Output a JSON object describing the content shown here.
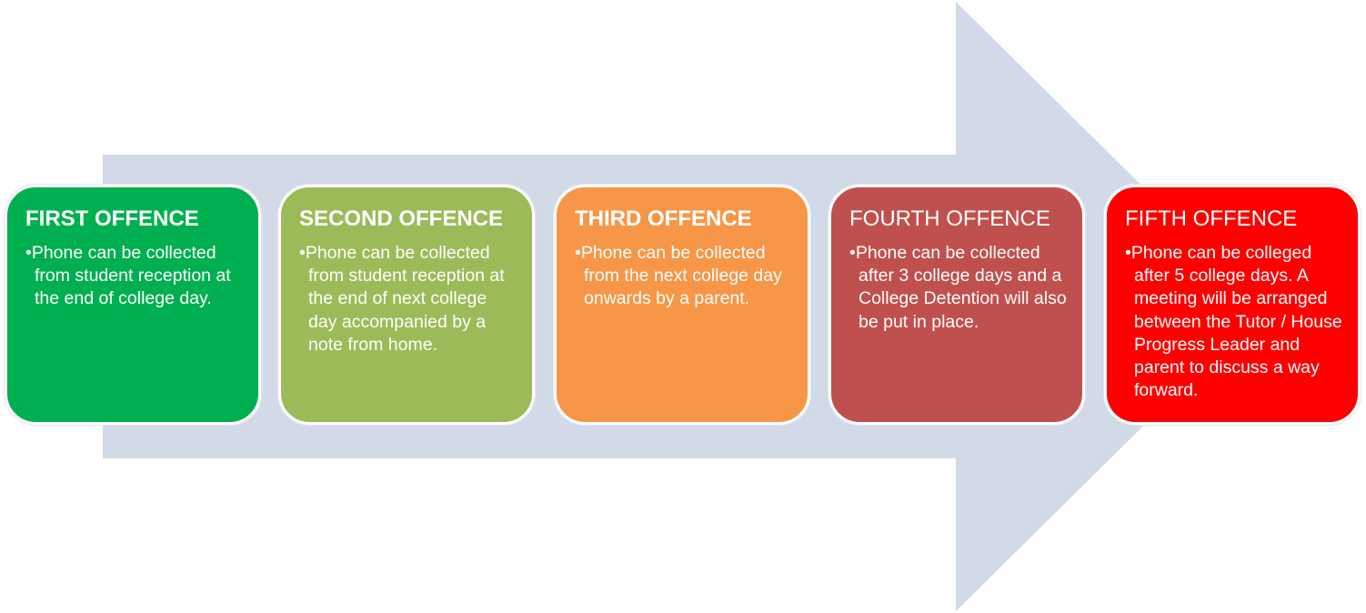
{
  "colors": {
    "arrow": "#d2d9e7",
    "first": "#00b050",
    "second": "#9bbb59",
    "third": "#f79646",
    "fourth": "#c0504d",
    "fifth": "#ff0000"
  },
  "bullet": "•",
  "stages": [
    {
      "title": "FIRST OFFENCE",
      "text": "Phone can be collected from student reception at the end of college day."
    },
    {
      "title": "SECOND OFFENCE",
      "text": "Phone can be collected from student reception at the end of next college day accompanied by a note from home."
    },
    {
      "title": "THIRD OFFENCE",
      "text": "Phone can be collected from the next college day onwards by a parent."
    },
    {
      "title": "FOURTH OFFENCE",
      "text": "Phone can be collected after 3 college days and a College Detention will also be put in place."
    },
    {
      "title": "FIFTH OFFENCE",
      "text": "Phone can be colleged after 5 college days.  A meeting will be arranged between the Tutor / House Progress Leader and parent to discuss a way forward."
    }
  ]
}
